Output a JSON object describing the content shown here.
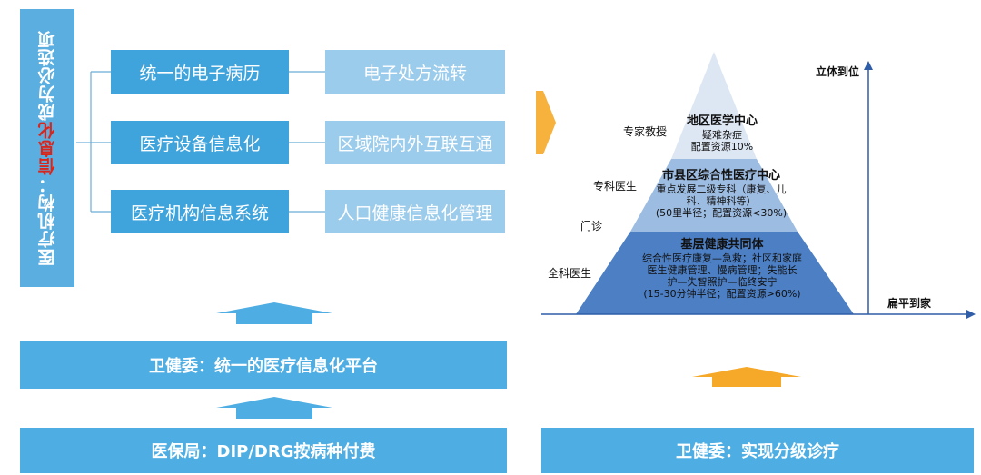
{
  "left": {
    "banner_prefix": "医疗机构：",
    "banner_highlight": "信息化",
    "banner_suffix": "成为必选项",
    "rows": [
      {
        "left": "统一的电子病历",
        "right": "电子处方流转"
      },
      {
        "left": "医疗设备信息化",
        "right": "区域院内外互联互通"
      },
      {
        "left": "医疗机构信息系统",
        "right": "人口健康信息化管理"
      }
    ],
    "platform_bar": "卫健委：统一的医疗信息化平台",
    "bottom_bar": "医保局：DIP/DRG按病种付费"
  },
  "right": {
    "axis_y_label": "立体到位",
    "axis_x_label": "扁平到家",
    "side_labels": [
      "专家教授",
      "专科医生",
      "门诊",
      "全科医生"
    ],
    "tiers": [
      {
        "title": "地区医学中心",
        "lines": [
          "疑难杂症",
          "配置资源10%"
        ]
      },
      {
        "title": "市县区综合性医疗中心",
        "lines": [
          "重点发展二级专科（康复、儿",
          "科、精神科等）",
          "(50里半径；配置资源<30%)"
        ]
      },
      {
        "title": "基层健康共同体",
        "lines": [
          "综合性医疗康复—急救；社区和家庭",
          "医生健康管理、慢病管理；失能长",
          "护—失智照护—临终安宁",
          "(15-30分钟半径；配置资源>60%)"
        ]
      }
    ],
    "bottom_bar": "卫健委：实现分级诊疗"
  },
  "colors": {
    "dark_blue": "#3fa3dc",
    "light_blue": "#9cccec",
    "arrow_orange": "#f6a828",
    "highlight_red": "#d9261c"
  }
}
